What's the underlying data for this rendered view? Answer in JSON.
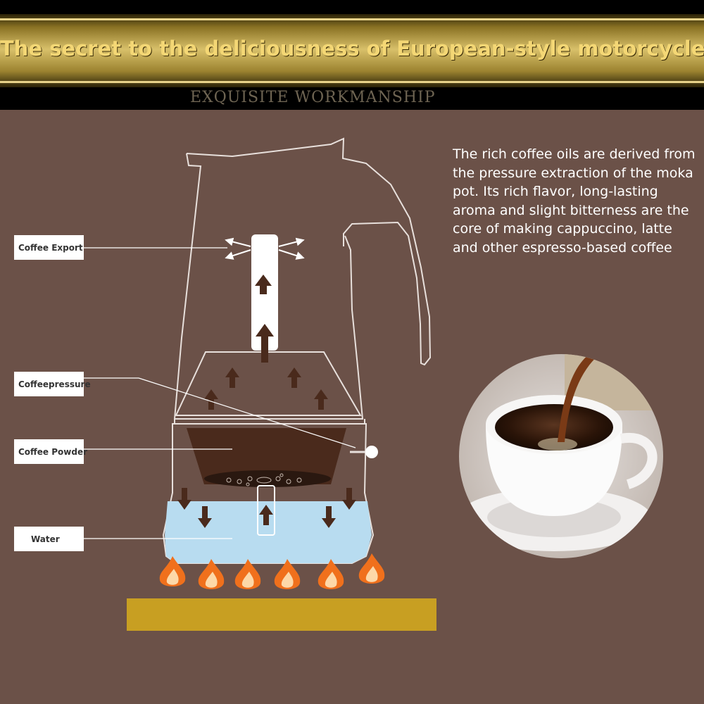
{
  "header": {
    "title": "The secret to the deliciousness of European-style motorcycles",
    "subtitle": "EXQUISITE WORKMANSHIP"
  },
  "description": "The rich coffee oils are derived from the pressure extraction of the moka pot. Its rich flavor, long-lasting aroma and slight bitterness are the core of making cappuccino, latte and other espresso-based coffee",
  "diagram": {
    "labels": {
      "coffee_export": "Coffee Export",
      "coffee_pressure": "Coffeepressure",
      "coffee_powder": "Coffee Powder",
      "water": "Water"
    }
  },
  "colors": {
    "background": "#6b5148",
    "gold": "#d8c06a",
    "water": "#b8dcf0",
    "coffee": "#4a2a1c",
    "arrow": "#4a2a1c",
    "flame": "#f0701c",
    "burner": "#c89f22"
  },
  "photo": {
    "subject": "cup-of-coffee-being-poured"
  }
}
